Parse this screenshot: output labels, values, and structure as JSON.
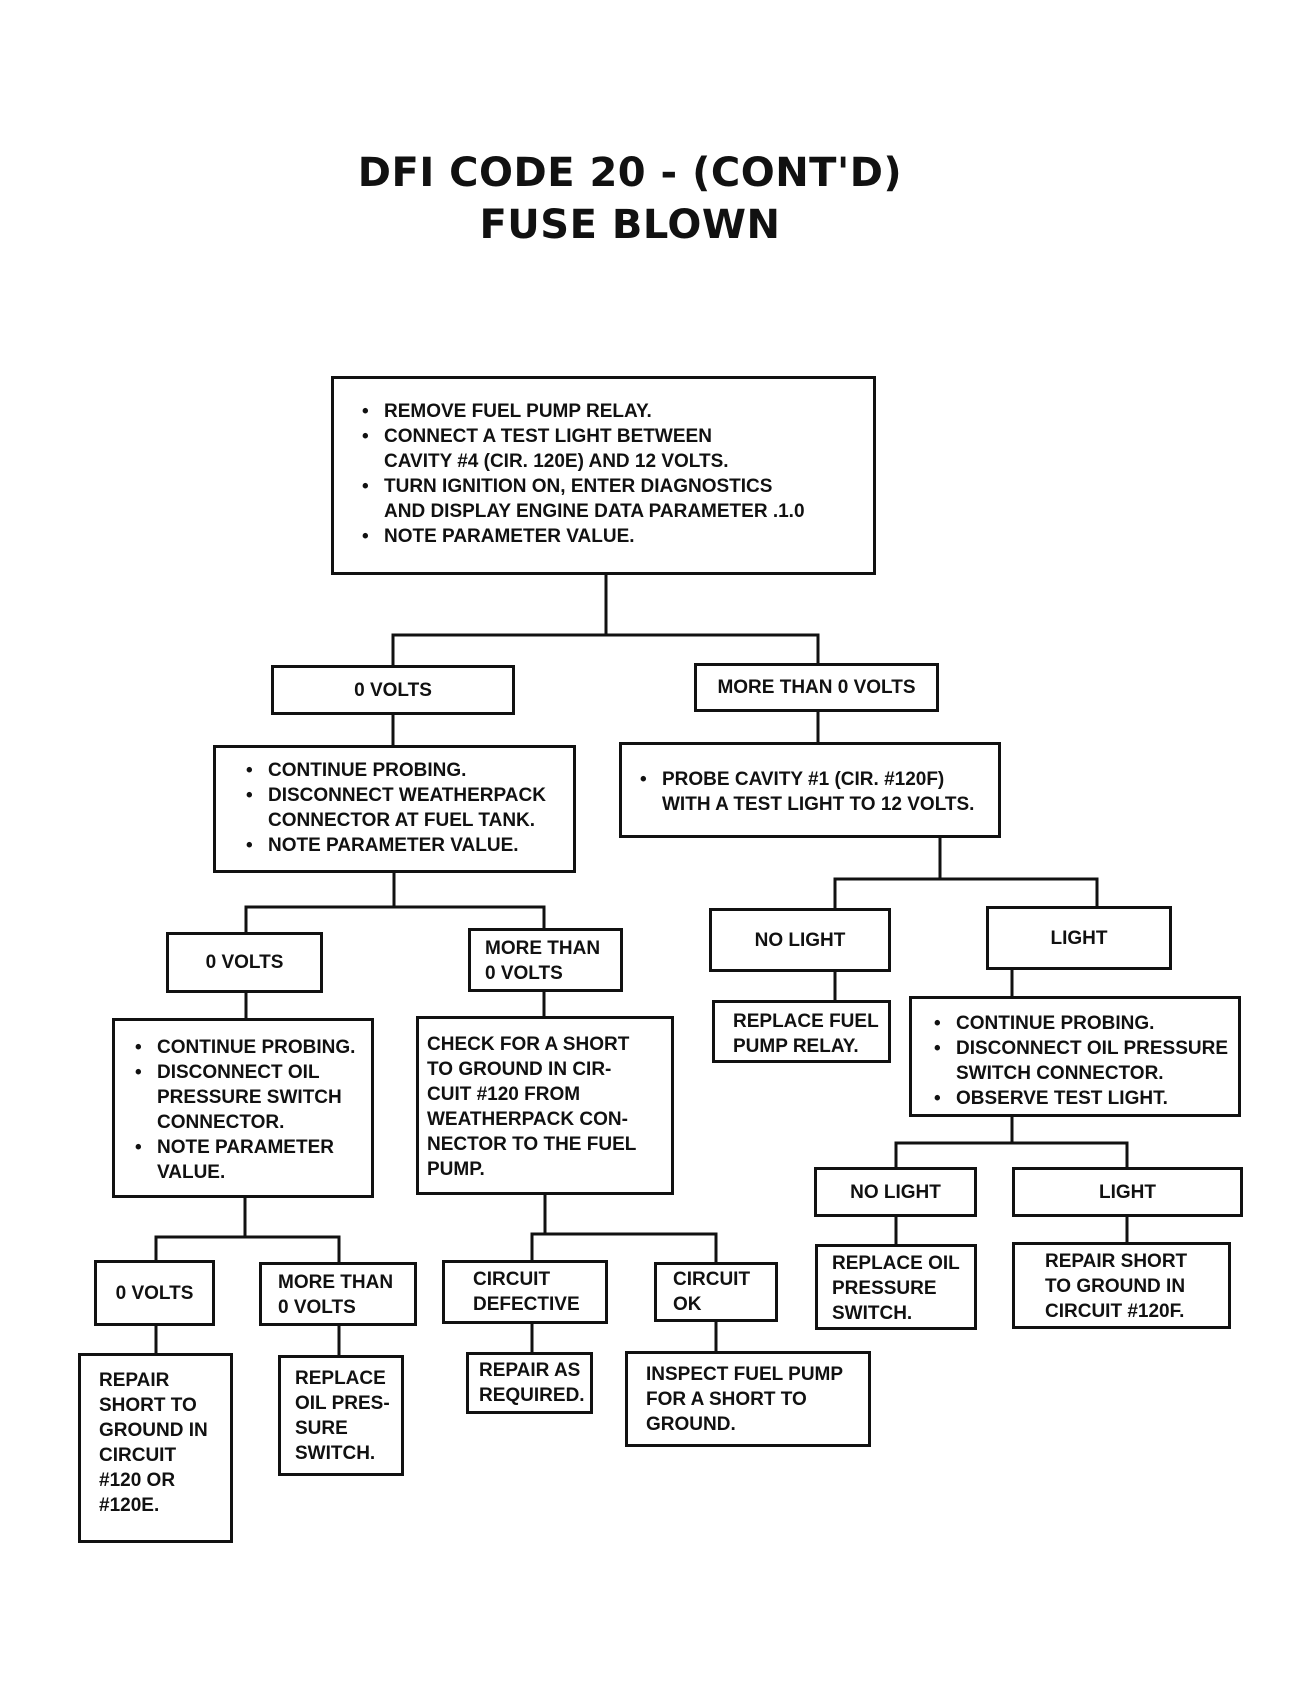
{
  "title": {
    "line1": "DFI CODE 20 - (CONT'D)",
    "line2": "FUSE BLOWN"
  },
  "nodes": {
    "start": {
      "bullets": [
        [
          "REMOVE FUEL PUMP RELAY."
        ],
        [
          "CONNECT A TEST LIGHT BETWEEN",
          "CAVITY #4 (CIR. 120E) AND 12 VOLTS."
        ],
        [
          "TURN IGNITION ON, ENTER DIAGNOSTICS",
          "AND DISPLAY ENGINE DATA PARAMETER .1.0"
        ],
        [
          "NOTE PARAMETER VALUE."
        ]
      ]
    },
    "zero_volts_1": {
      "label": "0 VOLTS"
    },
    "more_than_0_1": {
      "label": "MORE THAN 0 VOLTS"
    },
    "continue_probe_weatherpack": {
      "bullets": [
        [
          "CONTINUE PROBING."
        ],
        [
          "DISCONNECT WEATHERPACK",
          "CONNECTOR AT FUEL TANK."
        ],
        [
          "NOTE PARAMETER VALUE."
        ]
      ]
    },
    "probe_cavity_1": {
      "bullets": [
        [
          "PROBE CAVITY #1 (CIR. #120F)",
          "WITH A TEST LIGHT TO 12 VOLTS."
        ]
      ]
    },
    "zero_volts_2": {
      "label": "0 VOLTS"
    },
    "more_than_0_2": {
      "lines": [
        "MORE THAN",
        "0 VOLTS"
      ]
    },
    "no_light_1": {
      "label": "NO LIGHT"
    },
    "light_1": {
      "label": "LIGHT"
    },
    "replace_fuel_pump_relay": {
      "lines": [
        "REPLACE FUEL",
        "PUMP RELAY."
      ]
    },
    "continue_probe_oil_switch_light": {
      "bullets": [
        [
          "CONTINUE PROBING."
        ],
        [
          "DISCONNECT OIL PRESSURE",
          "SWITCH CONNECTOR."
        ],
        [
          "OBSERVE TEST LIGHT."
        ]
      ]
    },
    "continue_probe_oil_switch_param": {
      "bullets": [
        [
          "CONTINUE PROBING."
        ],
        [
          "DISCONNECT OIL",
          "PRESSURE SWITCH",
          "CONNECTOR."
        ],
        [
          "NOTE PARAMETER",
          "VALUE."
        ]
      ]
    },
    "check_short_circuit_120": {
      "lines": [
        "CHECK FOR A SHORT",
        "TO GROUND IN CIR-",
        "CUIT #120 FROM",
        "WEATHERPACK CON-",
        "NECTOR TO THE FUEL",
        "PUMP."
      ]
    },
    "no_light_2": {
      "label": "NO LIGHT"
    },
    "light_2": {
      "label": "LIGHT"
    },
    "replace_oil_pressure_switch": {
      "lines": [
        "REPLACE OIL",
        "PRESSURE",
        "SWITCH."
      ]
    },
    "repair_short_120f": {
      "lines": [
        "REPAIR SHORT",
        "TO GROUND IN",
        "CIRCUIT #120F."
      ]
    },
    "zero_volts_3": {
      "label": "0 VOLTS"
    },
    "more_than_0_3": {
      "lines": [
        "MORE THAN",
        "0 VOLTS"
      ]
    },
    "circuit_defective": {
      "lines": [
        "CIRCUIT",
        "DEFECTIVE"
      ]
    },
    "circuit_ok": {
      "lines": [
        "CIRCUIT",
        "OK"
      ]
    },
    "repair_short_120_120e": {
      "lines": [
        "REPAIR",
        "SHORT TO",
        "GROUND IN",
        "CIRCUIT",
        "#120 OR",
        "#120E."
      ]
    },
    "replace_oil_pressure_switch_2": {
      "lines": [
        "REPLACE",
        "OIL PRES-",
        "SURE",
        "SWITCH."
      ]
    },
    "repair_as_required": {
      "lines": [
        "REPAIR AS",
        "REQUIRED."
      ]
    },
    "inspect_fuel_pump": {
      "lines": [
        "INSPECT FUEL PUMP",
        "FOR A SHORT TO",
        "GROUND."
      ]
    }
  }
}
